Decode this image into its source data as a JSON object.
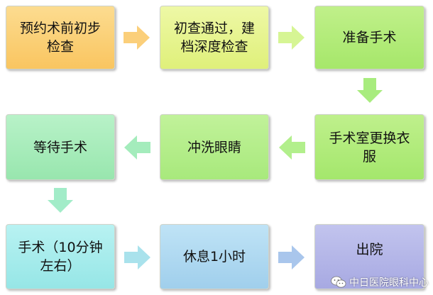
{
  "steps": [
    {
      "id": "s1",
      "lines": [
        "预约术前初步",
        "检查"
      ],
      "color": "orange"
    },
    {
      "id": "s2",
      "lines": [
        "初查通过，建",
        "档深度检查"
      ],
      "color": "yellow-green"
    },
    {
      "id": "s3",
      "lines": [
        "准备手术"
      ],
      "color": "green"
    },
    {
      "id": "s4",
      "lines": [
        "手术室更换衣",
        "服"
      ],
      "color": "green"
    },
    {
      "id": "s5",
      "lines": [
        "冲洗眼睛"
      ],
      "color": "light-green"
    },
    {
      "id": "s6",
      "lines": [
        "等待手术"
      ],
      "color": "mint"
    },
    {
      "id": "s7",
      "lines": [
        "手术（10分钟",
        "左右）"
      ],
      "color": "cyan"
    },
    {
      "id": "s8",
      "lines": [
        "休息1小时"
      ],
      "color": "light-blue"
    },
    {
      "id": "s9",
      "lines": [
        "出院"
      ],
      "color": "lavender"
    }
  ],
  "arrows": [
    {
      "from": "s1",
      "to": "s2",
      "direction": "right"
    },
    {
      "from": "s2",
      "to": "s3",
      "direction": "right"
    },
    {
      "from": "s3",
      "to": "s4",
      "direction": "down"
    },
    {
      "from": "s4",
      "to": "s5",
      "direction": "left"
    },
    {
      "from": "s5",
      "to": "s6",
      "direction": "left"
    },
    {
      "from": "s6",
      "to": "s7",
      "direction": "down"
    },
    {
      "from": "s7",
      "to": "s8",
      "direction": "right"
    },
    {
      "from": "s8",
      "to": "s9",
      "direction": "right"
    }
  ],
  "colors": {
    "orange": "#fbd074",
    "yellow-green": "#e8f591",
    "green": "#b3ec79",
    "light-green": "#b5ed8a",
    "mint": "#abeebd",
    "cyan": "#a8ecec",
    "light-blue": "#b0d9f0",
    "lavender": "#b4b6e8",
    "arrow-green": "#b2ef8c",
    "arrow-mint": "#a4ecbc",
    "arrow-blue": "#a9d3ee",
    "arrow-orange": "#fbcf7a"
  },
  "watermark": {
    "icon": "wechat-icon",
    "text": "中日医院眼科中心"
  }
}
